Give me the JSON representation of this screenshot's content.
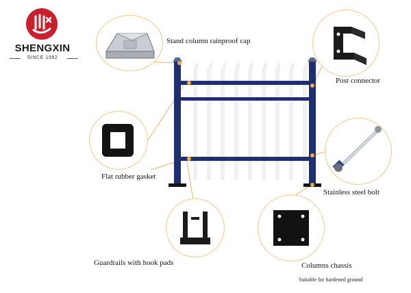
{
  "brand": {
    "name": "SHENGXIN",
    "since": "SINCE 1992"
  },
  "colors": {
    "frame": "#1d2f6f",
    "pickets": "#f4f4f4",
    "logo_red": "#c8202c",
    "leader_lines": "#f3b067"
  },
  "labels": {
    "cap": "Stand column rainproof cap",
    "post_connector": "Post connector",
    "gasket": "Flat rubber gasket",
    "bolt": "Stainless steel bolt",
    "guardrails": "Guardrails with hook pads",
    "chassis": "Columns chassis",
    "chassis_note": "Suitable for hardened ground"
  }
}
